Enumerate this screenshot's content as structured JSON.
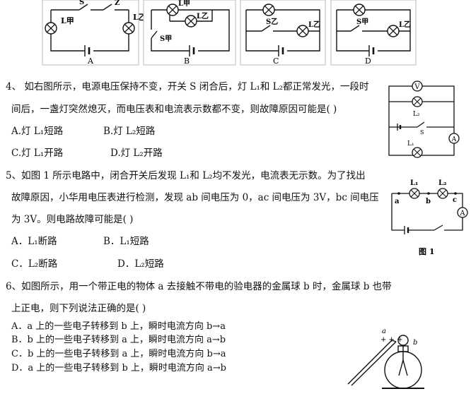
{
  "top_figures": {
    "labels": [
      "A",
      "B",
      "C",
      "D"
    ],
    "lamp_labels": [
      "L甲",
      "L乙",
      "S甲",
      "S乙"
    ]
  },
  "q4": {
    "stem_line1": "4、 如右图所示，电源电压保持不变，开关 S 闭合后，灯 L₁和 L₂都正常发光，一段时",
    "stem_line2": "间后，一盏灯突然熄灭，而电压表和电流表示数都不变，则故障原因可能是(   )",
    "options": [
      "A.灯 L₁短路",
      "B.灯 L₂短路",
      "C.灯 L₁开路",
      "D.灯 L₂开路"
    ],
    "figure_labels": {
      "voltmeter": "V",
      "ammeter": "A",
      "lamp1": "L₁",
      "lamp2": "L₂",
      "switch": "S"
    }
  },
  "q5": {
    "stem_line1": "5、如图 1 所示电路中，闭合开关后发现 L₁和 L₂均不发光，电流表无示数。为了找出",
    "stem_line2": "故障原因，小华用电压表进行检测，发现 ab 间电压为 0，ac 间电压为 3V，bc 间电压",
    "stem_line3": "为 3V。则电路故障可能是(   )",
    "options": [
      "A．L₁断路",
      "B．L₁短路",
      "C．L₂断路",
      "D．L₂短路"
    ],
    "figure_labels": {
      "lamp1": "L₁",
      "lamp2": "L₂",
      "a": "a",
      "b": "b",
      "c": "c",
      "ammeter": "A",
      "caption": "图 1"
    }
  },
  "q6": {
    "stem_line1": "6、如图所示，用一个带正电的物体 a 去接触不带电的验电器的金属球 b 时，金属球 b 也带",
    "stem_line2": "上正电，则下列说法正确的是(   )",
    "options": [
      "A．a 上的一些电子转移到 b 上，瞬时电流方向 b→a",
      "B．b 上的一些电子转移到 a 上，瞬时电流方向 a→b",
      "C．b 上的一些电子转移到 a 上，瞬时电流方向 b→a",
      "D．a 上的一些电子转移到 b 上，瞬时电流方向 a→b"
    ],
    "figure_labels": {
      "a": "a",
      "b": "b",
      "charges": "+ + +"
    }
  }
}
